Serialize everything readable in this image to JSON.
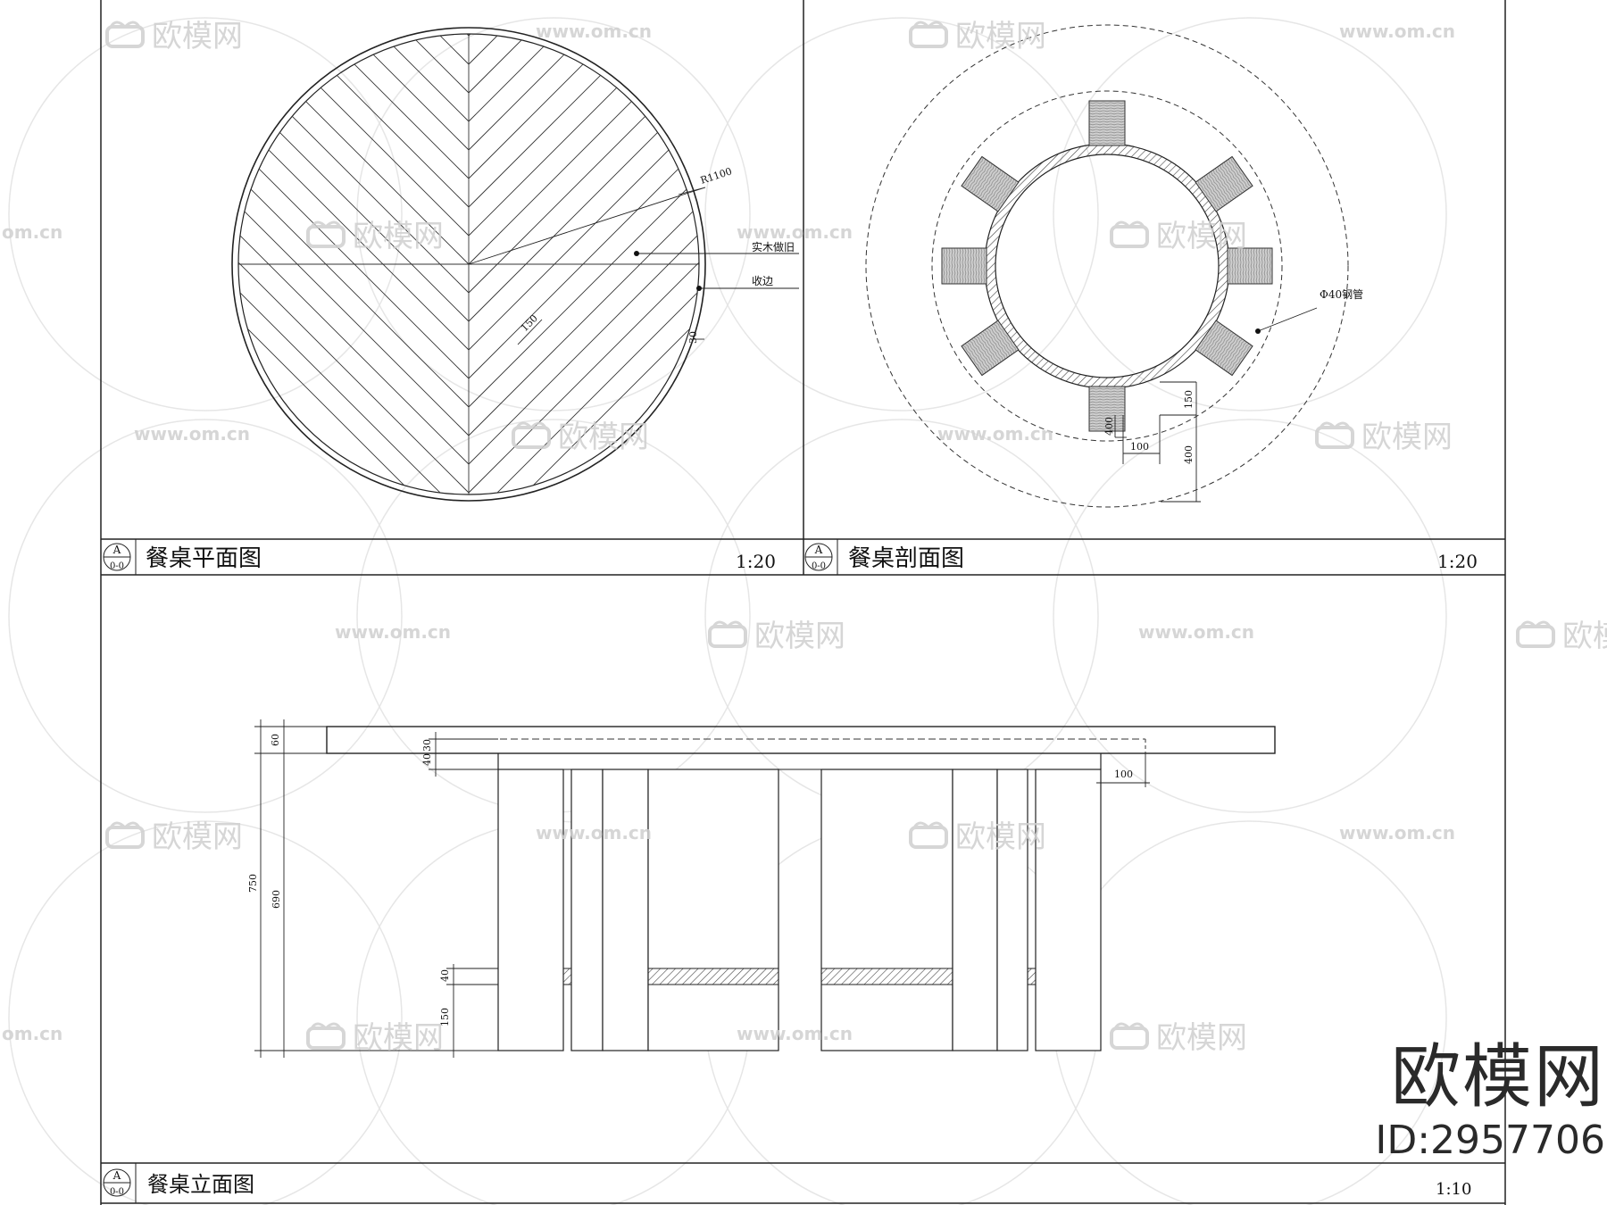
{
  "panels": {
    "plan": {
      "badge_top": "A",
      "badge_bottom": "0-0",
      "title": "餐桌平面图",
      "scale": "1:20",
      "labels": {
        "radius": "R1100",
        "solid_wood": "实木做旧",
        "edge": "收边",
        "stripe_spacing": "150",
        "edge_width": "30"
      }
    },
    "section": {
      "badge_top": "A",
      "badge_bottom": "0-0",
      "title": "餐桌剖面图",
      "scale": "1:20",
      "labels": {
        "pipe": "Φ40钢管",
        "block_depth": "150",
        "block_gap": "400",
        "block_width": "100",
        "outer_gap": "400"
      }
    },
    "elevation": {
      "badge_top": "A",
      "badge_bottom": "0-0",
      "title": "餐桌立面图",
      "scale": "1:10",
      "labels": {
        "top_thickness": "60",
        "dim_30": "30",
        "dim_40": "40",
        "overhang": "100",
        "total_height": "750",
        "leg_height": "690",
        "bar_thickness": "40",
        "bar_height": "150"
      }
    }
  },
  "watermarks": {
    "logo_text": "欧模网",
    "url_text": "www.om.cn",
    "url_short": "om.cn"
  },
  "brand": {
    "name": "欧模网",
    "id": "ID:2957706"
  }
}
